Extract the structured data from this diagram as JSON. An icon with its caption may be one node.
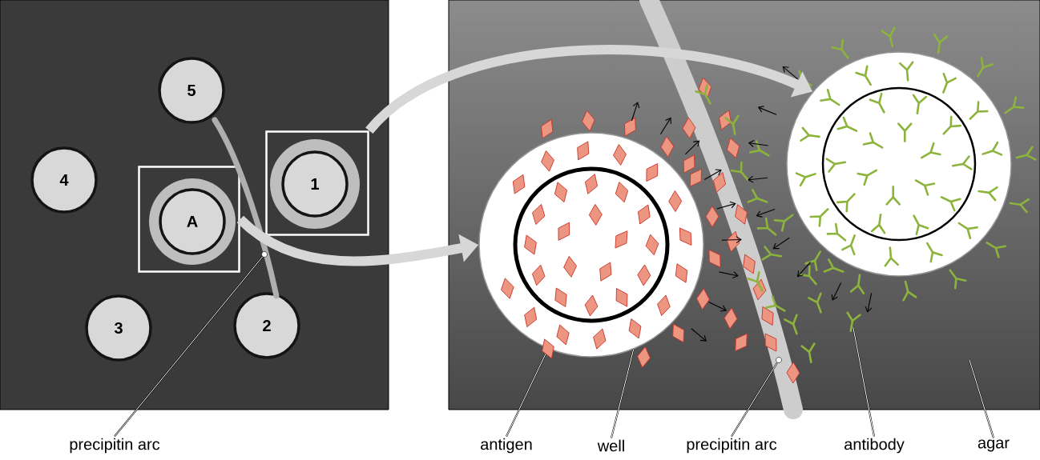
{
  "diagram": {
    "nodes": [
      {
        "text": [],
        "shape": "picture"
      },
      {
        "text": [
          "5"
        ],
        "in": 0
      },
      {
        "text": [
          "4"
        ],
        "in": 0
      },
      {
        "text": [],
        "shape": "box",
        "in": 0
      },
      {
        "text": [
          "A"
        ],
        "in": 3
      },
      {
        "text": [],
        "shape": "box",
        "in": 0
      },
      {
        "text": [
          "1"
        ],
        "in": 5
      },
      {
        "text": [
          "3"
        ],
        "in": 0
      },
      {
        "text": [
          "2"
        ],
        "in": 0
      },
      {
        "text": [],
        "shape": "band",
        "in": 0
      },
      {
        "text": [],
        "shape": "picture"
      },
      {
        "text": [],
        "shape": "circle",
        "in": 10
      },
      {
        "text": [],
        "shape": "circle",
        "in": 10
      },
      {
        "text": [],
        "shape": "diamond",
        "in": 10
      },
      {
        "text": [],
        "shape": "band",
        "in": 10
      },
      {
        "text": [],
        "shape": "picture",
        "in": 10
      },
      {
        "text": [
          "precipitin arc"
        ]
      },
      {
        "text": [
          "antigen"
        ]
      },
      {
        "text": [
          "well"
        ]
      },
      {
        "text": [
          "precipitin arc"
        ]
      },
      {
        "text": [
          "antibody"
        ]
      },
      {
        "text": [
          "agar"
        ]
      }
    ],
    "edges": [
      {
        "from": 5,
        "to": 12,
        "arrow": "to",
        "style": "thick",
        "color": "#d7d7d7"
      },
      {
        "from": 3,
        "to": 11,
        "arrow": "to",
        "style": "thick",
        "color": "#d7d7d7"
      },
      {
        "from": 16,
        "to": 9,
        "arrow": "none"
      },
      {
        "from": 17,
        "to": 13,
        "arrow": "none"
      },
      {
        "from": 18,
        "to": 11,
        "arrow": "none"
      },
      {
        "from": 19,
        "to": 14,
        "arrow": "none"
      },
      {
        "from": 20,
        "to": 15,
        "arrow": "none"
      },
      {
        "from": 21,
        "to": null,
        "arrow": "none"
      }
    ]
  }
}
